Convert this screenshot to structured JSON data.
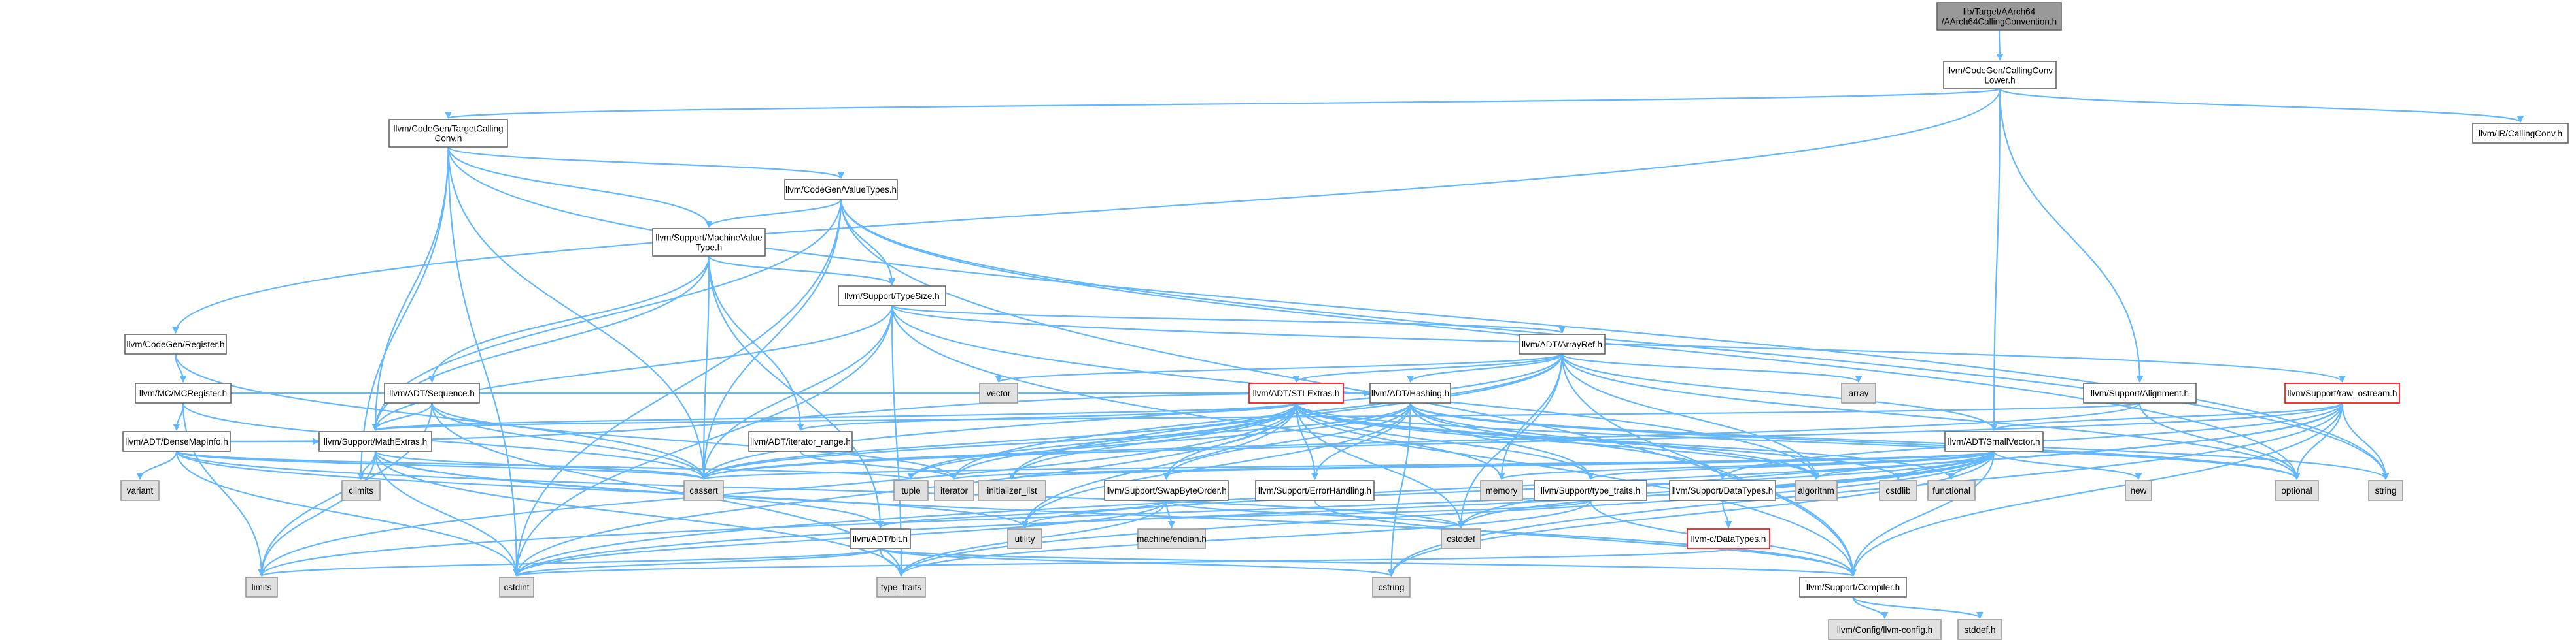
{
  "nodes": [
    {
      "id": "n_root",
      "lines": [
        "lib/Target/AArch64",
        "/AArch64CallingConvention.h"
      ],
      "kind": "root"
    },
    {
      "id": "n_cclower",
      "lines": [
        "llvm/CodeGen/CallingConv",
        "Lower.h"
      ],
      "kind": "normal"
    },
    {
      "id": "n_tcc",
      "lines": [
        "llvm/CodeGen/TargetCalling",
        "Conv.h"
      ],
      "kind": "normal"
    },
    {
      "id": "n_irccv",
      "lines": [
        "llvm/IR/CallingConv.h"
      ],
      "kind": "normal"
    },
    {
      "id": "n_vt",
      "lines": [
        "llvm/CodeGen/ValueTypes.h"
      ],
      "kind": "normal"
    },
    {
      "id": "n_mvt",
      "lines": [
        "llvm/Support/MachineValue",
        "Type.h"
      ],
      "kind": "normal"
    },
    {
      "id": "n_ts",
      "lines": [
        "llvm/Support/TypeSize.h"
      ],
      "kind": "normal"
    },
    {
      "id": "n_reg",
      "lines": [
        "llvm/CodeGen/Register.h"
      ],
      "kind": "normal"
    },
    {
      "id": "n_mcreg",
      "lines": [
        "llvm/MC/MCRegister.h"
      ],
      "kind": "normal"
    },
    {
      "id": "n_seq",
      "lines": [
        "llvm/ADT/Sequence.h"
      ],
      "kind": "normal"
    },
    {
      "id": "n_dmi",
      "lines": [
        "llvm/ADT/DenseMapInfo.h"
      ],
      "kind": "normal"
    },
    {
      "id": "n_me",
      "lines": [
        "llvm/Support/MathExtras.h"
      ],
      "kind": "normal"
    },
    {
      "id": "n_ar",
      "lines": [
        "llvm/ADT/ArrayRef.h"
      ],
      "kind": "normal"
    },
    {
      "id": "n_stl",
      "lines": [
        "llvm/ADT/STLExtras.h"
      ],
      "kind": "red"
    },
    {
      "id": "n_ir",
      "lines": [
        "llvm/ADT/iterator_range.h"
      ],
      "kind": "normal"
    },
    {
      "id": "n_hash",
      "lines": [
        "llvm/ADT/Hashing.h"
      ],
      "kind": "normal"
    },
    {
      "id": "n_align",
      "lines": [
        "llvm/Support/Alignment.h"
      ],
      "kind": "normal"
    },
    {
      "id": "n_ros",
      "lines": [
        "llvm/Support/raw_ostream.h"
      ],
      "kind": "red"
    },
    {
      "id": "n_sv",
      "lines": [
        "llvm/ADT/SmallVector.h"
      ],
      "kind": "normal"
    },
    {
      "id": "n_sbo",
      "lines": [
        "llvm/Support/SwapByteOrder.h"
      ],
      "kind": "normal"
    },
    {
      "id": "n_eh",
      "lines": [
        "llvm/Support/ErrorHandling.h"
      ],
      "kind": "normal"
    },
    {
      "id": "n_tt",
      "lines": [
        "llvm/Support/type_traits.h"
      ],
      "kind": "normal"
    },
    {
      "id": "n_dt",
      "lines": [
        "llvm/Support/DataTypes.h"
      ],
      "kind": "normal"
    },
    {
      "id": "n_cdt",
      "lines": [
        "llvm-c/DataTypes.h"
      ],
      "kind": "red"
    },
    {
      "id": "n_bit",
      "lines": [
        "llvm/ADT/bit.h"
      ],
      "kind": "normal"
    },
    {
      "id": "n_comp",
      "lines": [
        "llvm/Support/Compiler.h"
      ],
      "kind": "normal"
    },
    {
      "id": "n_cfg",
      "lines": [
        "llvm/Config/llvm-config.h"
      ],
      "kind": "gray"
    },
    {
      "id": "n_stddefh",
      "lines": [
        "stddef.h"
      ],
      "kind": "gray"
    },
    {
      "id": "n_vector",
      "lines": [
        "vector"
      ],
      "kind": "gray"
    },
    {
      "id": "n_array",
      "lines": [
        "array"
      ],
      "kind": "gray"
    },
    {
      "id": "n_variant",
      "lines": [
        "variant"
      ],
      "kind": "gray"
    },
    {
      "id": "n_climits",
      "lines": [
        "climits"
      ],
      "kind": "gray"
    },
    {
      "id": "n_cassert",
      "lines": [
        "cassert"
      ],
      "kind": "gray"
    },
    {
      "id": "n_tuple",
      "lines": [
        "tuple"
      ],
      "kind": "gray"
    },
    {
      "id": "n_iterator",
      "lines": [
        "iterator"
      ],
      "kind": "gray"
    },
    {
      "id": "n_initlist",
      "lines": [
        "initializer_list"
      ],
      "kind": "gray"
    },
    {
      "id": "n_memory",
      "lines": [
        "memory"
      ],
      "kind": "gray"
    },
    {
      "id": "n_algorithm",
      "lines": [
        "algorithm"
      ],
      "kind": "gray"
    },
    {
      "id": "n_cstdlib",
      "lines": [
        "cstdlib"
      ],
      "kind": "gray"
    },
    {
      "id": "n_functional",
      "lines": [
        "functional"
      ],
      "kind": "gray"
    },
    {
      "id": "n_new",
      "lines": [
        "new"
      ],
      "kind": "gray"
    },
    {
      "id": "n_optional",
      "lines": [
        "optional"
      ],
      "kind": "gray"
    },
    {
      "id": "n_string",
      "lines": [
        "string"
      ],
      "kind": "gray"
    },
    {
      "id": "n_utility",
      "lines": [
        "utility"
      ],
      "kind": "gray"
    },
    {
      "id": "n_mendian",
      "lines": [
        "machine/endian.h"
      ],
      "kind": "gray"
    },
    {
      "id": "n_cstddef",
      "lines": [
        "cstddef"
      ],
      "kind": "gray"
    },
    {
      "id": "n_limits",
      "lines": [
        "limits"
      ],
      "kind": "gray"
    },
    {
      "id": "n_cstdint",
      "lines": [
        "cstdint"
      ],
      "kind": "gray"
    },
    {
      "id": "n_typetraits",
      "lines": [
        "type_traits"
      ],
      "kind": "gray"
    },
    {
      "id": "n_cstring",
      "lines": [
        "cstring"
      ],
      "kind": "gray"
    }
  ],
  "edges": [
    [
      "n_root",
      "n_cclower"
    ],
    [
      "n_cclower",
      "n_tcc"
    ],
    [
      "n_cclower",
      "n_irccv"
    ],
    [
      "n_cclower",
      "n_reg"
    ],
    [
      "n_cclower",
      "n_align"
    ],
    [
      "n_cclower",
      "n_sv"
    ],
    [
      "n_tcc",
      "n_vt"
    ],
    [
      "n_tcc",
      "n_mvt"
    ],
    [
      "n_tcc",
      "n_me"
    ],
    [
      "n_tcc",
      "n_climits"
    ],
    [
      "n_tcc",
      "n_cassert"
    ],
    [
      "n_tcc",
      "n_cstdint"
    ],
    [
      "n_tcc",
      "n_string"
    ],
    [
      "n_vt",
      "n_mvt"
    ],
    [
      "n_vt",
      "n_ts"
    ],
    [
      "n_vt",
      "n_me"
    ],
    [
      "n_vt",
      "n_cassert"
    ],
    [
      "n_vt",
      "n_cstdint"
    ],
    [
      "n_vt",
      "n_optional"
    ],
    [
      "n_vt",
      "n_string"
    ],
    [
      "n_vt",
      "n_comp"
    ],
    [
      "n_mvt",
      "n_seq"
    ],
    [
      "n_mvt",
      "n_ir"
    ],
    [
      "n_mvt",
      "n_me"
    ],
    [
      "n_mvt",
      "n_ts"
    ],
    [
      "n_mvt",
      "n_cassert"
    ],
    [
      "n_mvt",
      "n_bit"
    ],
    [
      "n_ts",
      "n_ar"
    ],
    [
      "n_ts",
      "n_me"
    ],
    [
      "n_ts",
      "n_ros"
    ],
    [
      "n_ts",
      "n_cassert"
    ],
    [
      "n_ts",
      "n_cstdint"
    ],
    [
      "n_ts",
      "n_algorithm"
    ],
    [
      "n_ts",
      "n_type_traits_alias"
    ],
    [
      "n_ts",
      "n_comp"
    ],
    [
      "n_reg",
      "n_mcreg"
    ],
    [
      "n_reg",
      "n_cassert"
    ],
    [
      "n_mcreg",
      "n_dmi"
    ],
    [
      "n_mcreg",
      "n_hash"
    ],
    [
      "n_mcreg",
      "n_cassert"
    ],
    [
      "n_mcreg",
      "n_limits"
    ],
    [
      "n_seq",
      "n_me"
    ],
    [
      "n_seq",
      "n_cassert"
    ],
    [
      "n_seq",
      "n_iterator"
    ],
    [
      "n_seq",
      "n_limits"
    ],
    [
      "n_seq",
      "n_type_traits_alias"
    ],
    [
      "n_dmi",
      "n_variant"
    ],
    [
      "n_dmi",
      "n_cassert"
    ],
    [
      "n_dmi",
      "n_cstddef"
    ],
    [
      "n_dmi",
      "n_cstdint"
    ],
    [
      "n_dmi",
      "n_tuple"
    ],
    [
      "n_dmi",
      "n_utility"
    ],
    [
      "n_dmi",
      "n_me"
    ],
    [
      "n_dmi",
      "n_hash"
    ],
    [
      "n_me",
      "n_bit"
    ],
    [
      "n_me",
      "n_comp"
    ],
    [
      "n_me",
      "n_cassert"
    ],
    [
      "n_me",
      "n_climits"
    ],
    [
      "n_me",
      "n_cstdint"
    ],
    [
      "n_me",
      "n_limits"
    ],
    [
      "n_me",
      "n_type_traits_alias"
    ],
    [
      "n_ar",
      "n_stl"
    ],
    [
      "n_ar",
      "n_hash"
    ],
    [
      "n_ar",
      "n_sv"
    ],
    [
      "n_ar",
      "n_vector"
    ],
    [
      "n_ar",
      "n_array"
    ],
    [
      "n_ar",
      "n_cassert"
    ],
    [
      "n_ar",
      "n_iterator"
    ],
    [
      "n_ar",
      "n_memory"
    ],
    [
      "n_ar",
      "n_algorithm"
    ],
    [
      "n_ar",
      "n_cstddef"
    ],
    [
      "n_ar",
      "n_initlist"
    ],
    [
      "n_ar",
      "n_optional"
    ],
    [
      "n_ar",
      "n_comp"
    ],
    [
      "n_stl",
      "n_hash"
    ],
    [
      "n_stl",
      "n_ir"
    ],
    [
      "n_stl",
      "n_me"
    ],
    [
      "n_stl",
      "n_eh"
    ],
    [
      "n_stl",
      "n_tt"
    ],
    [
      "n_stl",
      "n_sbo"
    ],
    [
      "n_stl",
      "n_cassert"
    ],
    [
      "n_stl",
      "n_tuple"
    ],
    [
      "n_stl",
      "n_iterator"
    ],
    [
      "n_stl",
      "n_initlist"
    ],
    [
      "n_stl",
      "n_memory"
    ],
    [
      "n_stl",
      "n_algorithm"
    ],
    [
      "n_stl",
      "n_cstdlib"
    ],
    [
      "n_stl",
      "n_functional"
    ],
    [
      "n_stl",
      "n_optional"
    ],
    [
      "n_stl",
      "n_utility"
    ],
    [
      "n_stl",
      "n_cstddef"
    ],
    [
      "n_stl",
      "n_cstdint"
    ],
    [
      "n_stl",
      "n_limits"
    ],
    [
      "n_ir",
      "n_iterator"
    ],
    [
      "n_hash",
      "n_eh"
    ],
    [
      "n_hash",
      "n_sbo"
    ],
    [
      "n_hash",
      "n_tt"
    ],
    [
      "n_hash",
      "n_dt"
    ],
    [
      "n_hash",
      "n_algorithm"
    ],
    [
      "n_hash",
      "n_cassert"
    ],
    [
      "n_hash",
      "n_cstring"
    ],
    [
      "n_hash",
      "n_optional"
    ],
    [
      "n_hash",
      "n_string"
    ],
    [
      "n_hash",
      "n_tuple"
    ],
    [
      "n_hash",
      "n_utility"
    ],
    [
      "n_align",
      "n_me"
    ],
    [
      "n_align",
      "n_cassert"
    ],
    [
      "n_align",
      "n_optional"
    ],
    [
      "n_ros",
      "n_sv"
    ],
    [
      "n_ros",
      "n_dt"
    ],
    [
      "n_ros",
      "n_optional"
    ],
    [
      "n_ros",
      "n_string"
    ],
    [
      "n_ros",
      "n_comp"
    ],
    [
      "n_ros",
      "n_cassert"
    ],
    [
      "n_ros",
      "n_cstring"
    ],
    [
      "n_ros",
      "n_cstddef"
    ],
    [
      "n_ros",
      "n_cstdint"
    ],
    [
      "n_sv",
      "n_comp"
    ],
    [
      "n_sv",
      "n_tt"
    ],
    [
      "n_sv",
      "n_algorithm"
    ],
    [
      "n_sv",
      "n_cassert"
    ],
    [
      "n_sv",
      "n_cstddef"
    ],
    [
      "n_sv",
      "n_cstdlib"
    ],
    [
      "n_sv",
      "n_cstring"
    ],
    [
      "n_sv",
      "n_functional"
    ],
    [
      "n_sv",
      "n_initlist"
    ],
    [
      "n_sv",
      "n_iterator"
    ],
    [
      "n_sv",
      "n_limits"
    ],
    [
      "n_sv",
      "n_memory"
    ],
    [
      "n_sv",
      "n_new"
    ],
    [
      "n_sv",
      "n_utility"
    ],
    [
      "n_sv",
      "n_cstdint"
    ],
    [
      "n_sv",
      "n_type_traits_alias"
    ],
    [
      "n_sbo",
      "n_bit"
    ],
    [
      "n_sbo",
      "n_mendian"
    ],
    [
      "n_sbo",
      "n_cstddef"
    ],
    [
      "n_sbo",
      "n_cstdint"
    ],
    [
      "n_sbo",
      "n_type_traits_alias"
    ],
    [
      "n_eh",
      "n_comp"
    ],
    [
      "n_tt",
      "n_utility"
    ],
    [
      "n_tt",
      "n_type_traits_alias"
    ],
    [
      "n_tt",
      "n_comp"
    ],
    [
      "n_dt",
      "n_cdt"
    ],
    [
      "n_cdt",
      "n_cstdint_alias"
    ],
    [
      "n_bit",
      "n_comp"
    ],
    [
      "n_bit",
      "n_cstdint"
    ],
    [
      "n_bit",
      "n_limits"
    ],
    [
      "n_bit",
      "n_type_traits_alias"
    ],
    [
      "n_bit",
      "n_cstring"
    ],
    [
      "n_comp",
      "n_cfg"
    ],
    [
      "n_comp",
      "n_stddefh"
    ]
  ]
}
